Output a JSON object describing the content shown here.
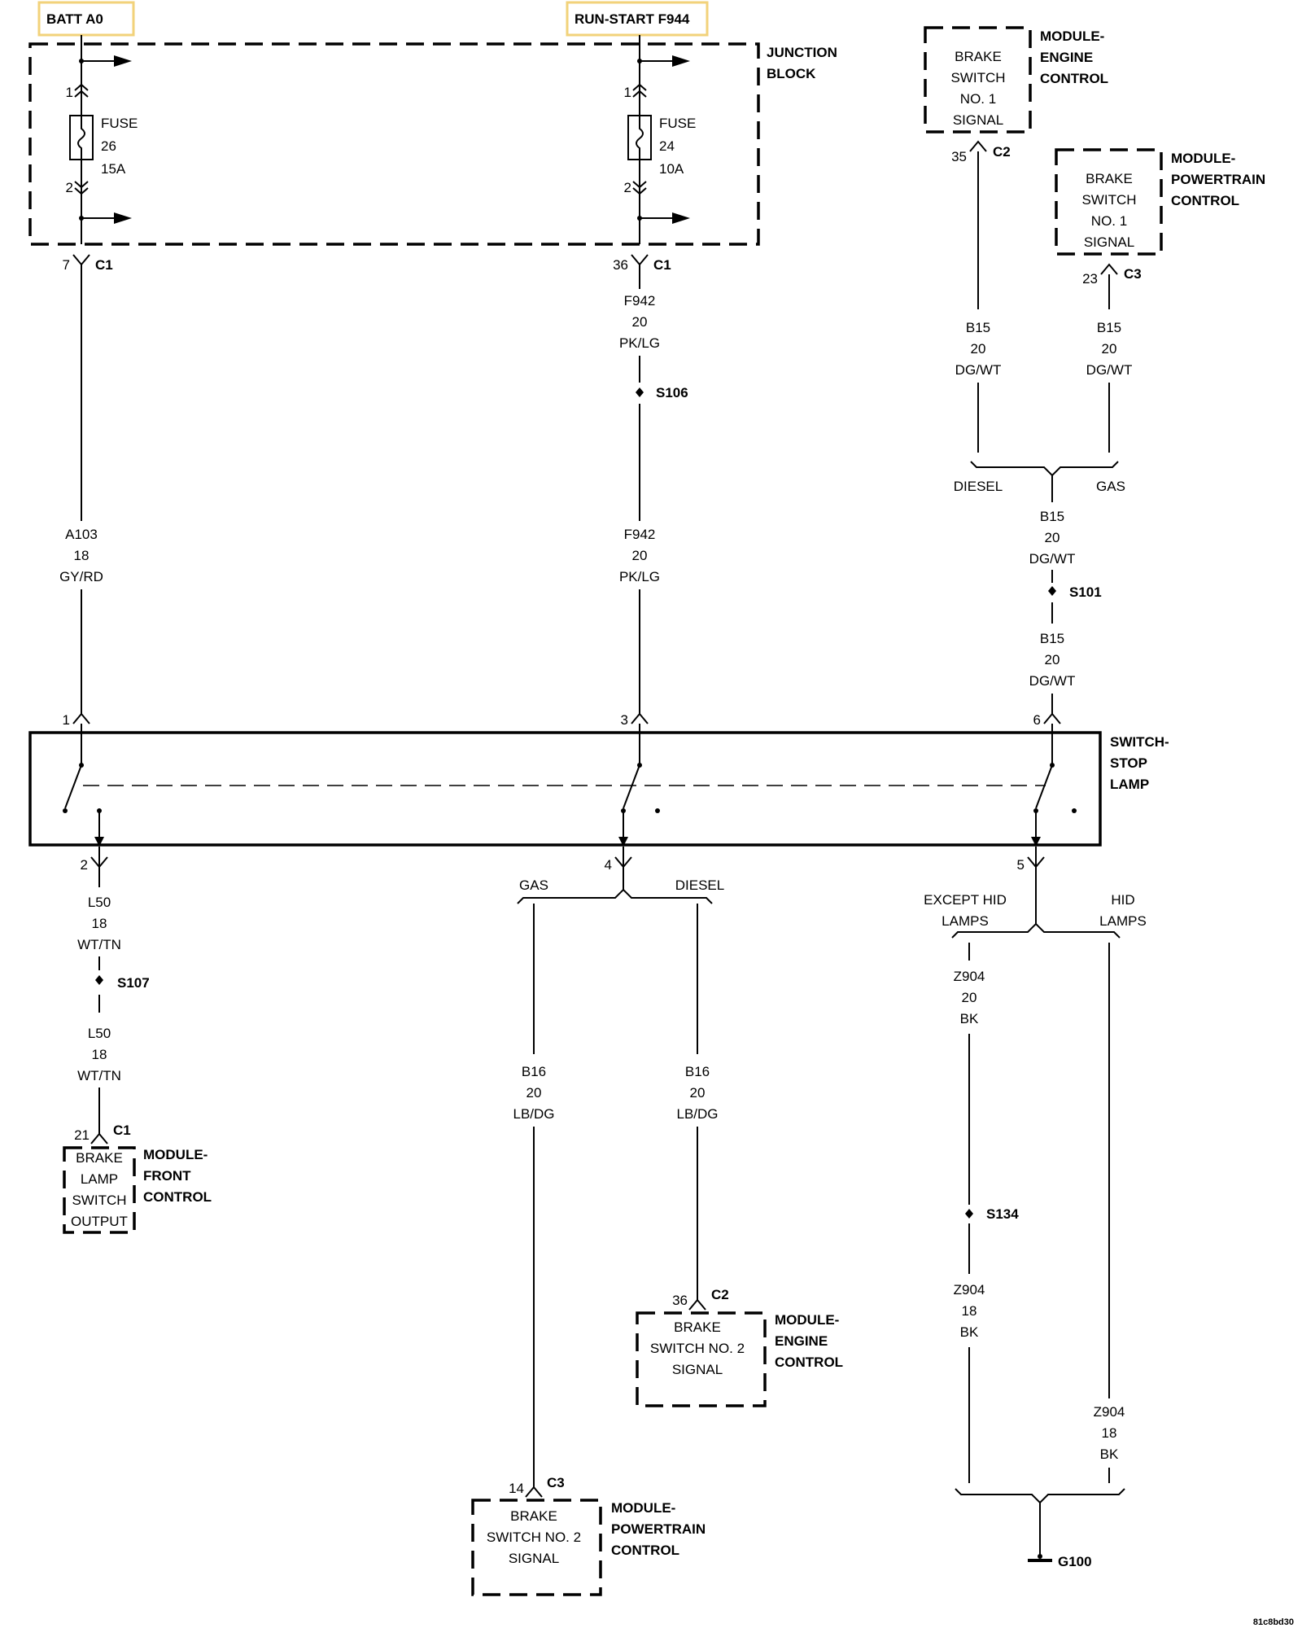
{
  "sources": {
    "batt": "BATT A0",
    "runstart": "RUN-START F944"
  },
  "junction_block": {
    "l1": "JUNCTION",
    "l2": "BLOCK"
  },
  "fuse26": {
    "label": "FUSE",
    "num": "26",
    "amp": "15A",
    "pin_in": "1",
    "pin_out": "2"
  },
  "fuse24": {
    "label": "FUSE",
    "num": "24",
    "amp": "10A",
    "pin_in": "1",
    "pin_out": "2"
  },
  "jb_c1_left": {
    "pin": "7",
    "conn": "C1"
  },
  "jb_c1_right": {
    "pin": "36",
    "conn": "C1"
  },
  "wire_a103": {
    "name": "A103",
    "gauge": "18",
    "color": "GY/RD"
  },
  "wire_f942_top": {
    "name": "F942",
    "gauge": "20",
    "color": "PK/LG"
  },
  "wire_f942_bot": {
    "name": "F942",
    "gauge": "20",
    "color": "PK/LG"
  },
  "splice_s106": "S106",
  "ecm_top": {
    "l1": "BRAKE",
    "l2": "SWITCH",
    "l3": "NO. 1",
    "l4": "SIGNAL",
    "t1": "MODULE-",
    "t2": "ENGINE",
    "t3": "CONTROL",
    "pin": "35",
    "conn": "C2"
  },
  "pcm_top": {
    "l1": "BRAKE",
    "l2": "SWITCH",
    "l3": "NO. 1",
    "l4": "SIGNAL",
    "t1": "MODULE-",
    "t2": "POWERTRAIN",
    "t3": "CONTROL",
    "pin": "23",
    "conn": "C3"
  },
  "wire_b15_diesel": {
    "name": "B15",
    "gauge": "20",
    "color": "DG/WT"
  },
  "wire_b15_gas": {
    "name": "B15",
    "gauge": "20",
    "color": "DG/WT"
  },
  "branch_top": {
    "left": "DIESEL",
    "right": "GAS"
  },
  "wire_b15_mid": {
    "name": "B15",
    "gauge": "20",
    "color": "DG/WT"
  },
  "splice_s101": "S101",
  "wire_b15_low": {
    "name": "B15",
    "gauge": "20",
    "color": "DG/WT"
  },
  "switch": {
    "t1": "SWITCH-",
    "t2": "STOP",
    "t3": "LAMP",
    "pin1": "1",
    "pin3": "3",
    "pin6": "6",
    "pin2": "2",
    "pin4": "4",
    "pin5": "5"
  },
  "wire_l50_top": {
    "name": "L50",
    "gauge": "18",
    "color": "WT/TN"
  },
  "splice_s107": "S107",
  "wire_l50_bot": {
    "name": "L50",
    "gauge": "18",
    "color": "WT/TN"
  },
  "fcm": {
    "pin": "21",
    "conn": "C1",
    "l1": "BRAKE",
    "l2": "LAMP",
    "l3": "SWITCH",
    "l4": "OUTPUT",
    "t1": "MODULE-",
    "t2": "FRONT",
    "t3": "CONTROL"
  },
  "branch_mid": {
    "left": "GAS",
    "right": "DIESEL"
  },
  "wire_b16_gas": {
    "name": "B16",
    "gauge": "20",
    "color": "LB/DG"
  },
  "wire_b16_diesel": {
    "name": "B16",
    "gauge": "20",
    "color": "LB/DG"
  },
  "ecm_bot": {
    "pin": "36",
    "conn": "C2",
    "l1": "BRAKE",
    "l2": "SWITCH NO. 2",
    "l3": "SIGNAL",
    "t1": "MODULE-",
    "t2": "ENGINE",
    "t3": "CONTROL"
  },
  "pcm_bot": {
    "pin": "14",
    "conn": "C3",
    "l1": "BRAKE",
    "l2": "SWITCH NO. 2",
    "l3": "SIGNAL",
    "t1": "MODULE-",
    "t2": "POWERTRAIN",
    "t3": "CONTROL"
  },
  "branch_right": {
    "left1": "EXCEPT HID",
    "left2": "LAMPS",
    "right1": "HID",
    "right2": "LAMPS"
  },
  "wire_z904_a": {
    "name": "Z904",
    "gauge": "20",
    "color": "BK"
  },
  "splice_s134": "S134",
  "wire_z904_b": {
    "name": "Z904",
    "gauge": "18",
    "color": "BK"
  },
  "wire_z904_c": {
    "name": "Z904",
    "gauge": "18",
    "color": "BK"
  },
  "ground": "G100",
  "figure_id": "81c8bd30"
}
